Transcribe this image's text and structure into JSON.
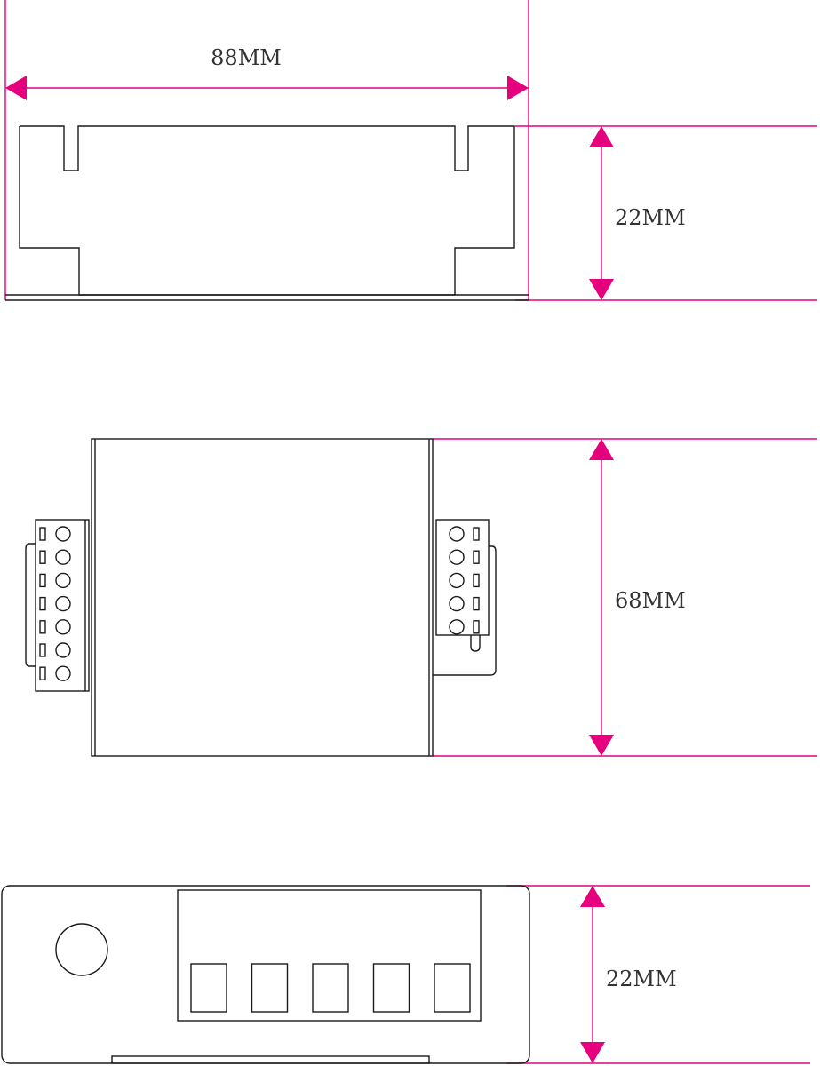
{
  "colors": {
    "dimension": "#e6007e",
    "outline": "#1a1a1a",
    "label": "#333333",
    "background": "#ffffff"
  },
  "views": {
    "top_view": {
      "width_label": "88MM",
      "height_label": "22MM"
    },
    "plan_view": {
      "height_label": "68MM",
      "left_terminal_count": 7,
      "right_terminal_count": 5
    },
    "end_view": {
      "height_label": "22MM",
      "socket_count": 5
    }
  }
}
